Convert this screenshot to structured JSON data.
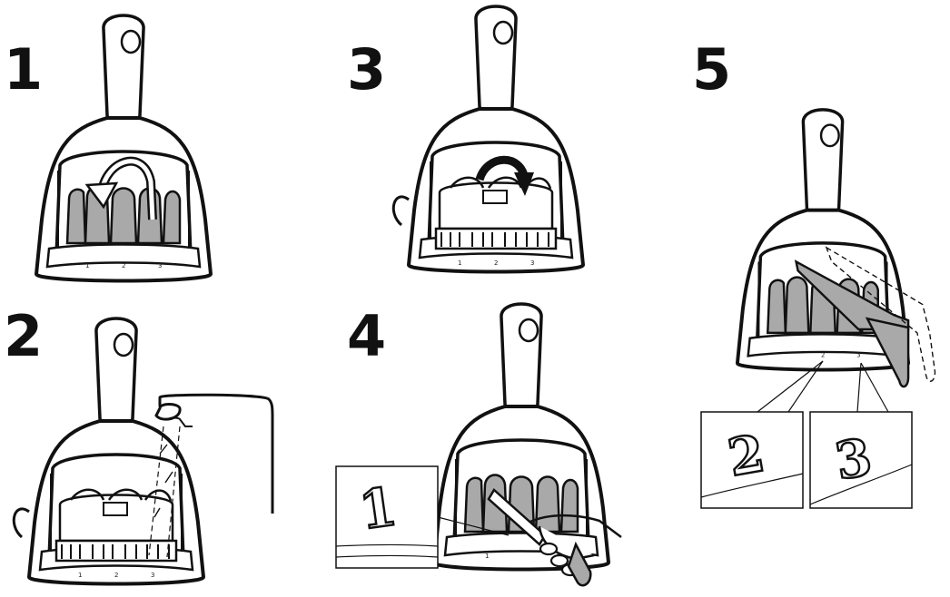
{
  "steps": [
    {
      "id": "1",
      "label": "1"
    },
    {
      "id": "2",
      "label": "2"
    },
    {
      "id": "3",
      "label": "3"
    },
    {
      "id": "4",
      "label": "4"
    },
    {
      "id": "5",
      "label": "5"
    }
  ],
  "wheel_labels": [
    "1",
    "2",
    "3"
  ],
  "insets": {
    "step4": "1",
    "step5_left": "2",
    "step5_right": "3"
  },
  "colors": {
    "line": "#111111",
    "wheel_gray": "#a9a9a9",
    "background": "#ffffff"
  }
}
